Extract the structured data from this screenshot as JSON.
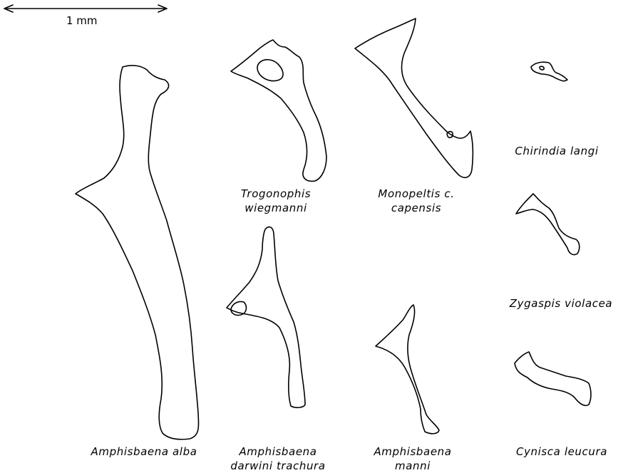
{
  "scale_bar": {
    "label": "1 mm"
  },
  "specimens": {
    "amphisbaena_alba": {
      "line1": "Amphisbaena alba"
    },
    "trogonophis": {
      "line1": "Trogonophis",
      "line2": "wiegmanni"
    },
    "monopeltis": {
      "line1": "Monopeltis c.",
      "line2": "capensis"
    },
    "chirindia": {
      "line1": "Chirindia langi"
    },
    "zygaspis": {
      "line1": "Zygaspis violacea"
    },
    "darwini": {
      "line1": "Amphisbaena",
      "line2": "darwini trachura"
    },
    "manni": {
      "line1": "Amphisbaena",
      "line2": "manni"
    },
    "cynisca": {
      "line1": "Cynisca leucura"
    }
  }
}
